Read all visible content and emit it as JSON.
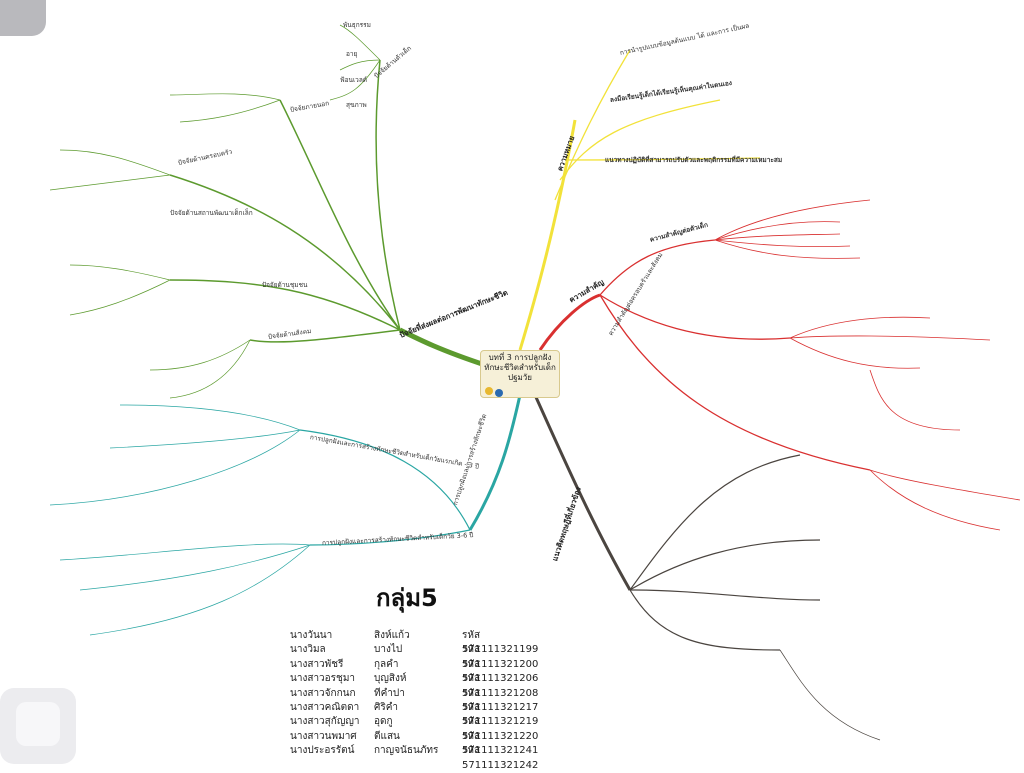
{
  "center": {
    "title_lines": [
      "บทที่ 3 การปลูกฝัง",
      "ทักษะชีวิตสำหรับเด็ก",
      "ปฐมวัย"
    ]
  },
  "branches": {
    "yellow": {
      "title": "ความหมาย",
      "items": [
        "การนำรูปแบบข้อมูลต้นแบบ ได้ และการ เป็นผล",
        "ลงมือเรียนรู้เด็กได้เรียนรู้เห็นคุณค่าในตนเอง",
        "แนวทางปฏิบัติที่สามารถปรับตัวและพฤติกรรมที่มีความเหมาะสม"
      ]
    },
    "red": {
      "title": "ความสำคัญ",
      "sub1": "ความสำคัญต่อตัวเด็ก",
      "sub2": "ความสำคัญต่อครอบครัวและสังคม"
    },
    "dark": {
      "title": "แนวคิดทฤษฎีที่เกี่ยวข้อง"
    },
    "teal": {
      "title": "การปลูกฝังและการสร้างทักษะชีวิต",
      "sub1": "การปลูกฝังและการสร้างทักษะชีวิตสำหรับเด็กวัยแรกเกิด - 3 ปี",
      "sub2": "การปลูกฝังและการสร้างทักษะชีวิตสำหรับเด็กวัย 3-6 ปี"
    },
    "green": {
      "title": "ปัจจัยที่ส่งผลต่อการพัฒนาทักษะชีวิต",
      "sub1": "ปัจจัยด้านตัวเด็ก",
      "sub2": "ปัจจัยภายนอก",
      "sub3": "ปัจจัยด้านครอบครัว",
      "sub4": "ปัจจัยด้านสถานพัฒนาเด็กเล็ก",
      "sub5": "ปัจจัยด้านชุมชน",
      "sub6": "ปัจจัยด้านสังคม",
      "leaves_top": [
        "พันธุกรรม",
        "อายุ",
        "ฟ้อนเวลด์",
        "สุขภาพ"
      ]
    }
  },
  "group_title": "กลุ่ม5",
  "members": [
    {
      "name": "นางวันนา",
      "surname": "สิงห์แก้ว",
      "code": "รหัส 571111321199"
    },
    {
      "name": "นางวิมล",
      "surname": "บางไป",
      "code": "รหัส 571111321200"
    },
    {
      "name": "นางสาวพัชรี",
      "surname": "กุลคำ",
      "code": "รหัส 571111321206"
    },
    {
      "name": "นางสาวอรชุมา",
      "surname": "บุญสิงห์",
      "code": "รหัส 571111321208"
    },
    {
      "name": "นางสาวจักกนก",
      "surname": "ทีคำปา",
      "code": "รหัส 571111321217"
    },
    {
      "name": "นางสาวคณิตดา",
      "surname": "ศิริคำ",
      "code": "รหัส 571111321219"
    },
    {
      "name": "นางสาวสุกัญญา",
      "surname": "อุดกู",
      "code": "รหัส 571111321220"
    },
    {
      "name": "นางสาวนพมาศ",
      "surname": "ตีแสน",
      "code": "รหัส 571111321241"
    },
    {
      "name": "นางประอรรัตน์",
      "surname": "กาญจนัธนภัทร",
      "code": "รหัส 571111321242"
    }
  ],
  "colors": {
    "yellow": "#f2e23a",
    "red": "#d93030",
    "dark": "#4b4540",
    "teal": "#2aa6a3",
    "green": "#5c9a2e"
  }
}
